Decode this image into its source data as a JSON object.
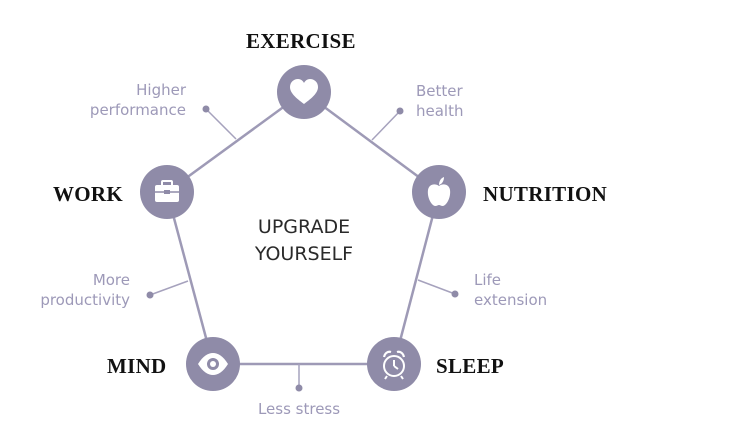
{
  "center": {
    "line1": "UPGRADE",
    "line2": "YOURSELF"
  },
  "colors": {
    "node": "#8f8ba8",
    "line": "#9e9ab6",
    "benefit_text": "#9d99b8",
    "label_text": "#111111",
    "icon": "#ffffff"
  },
  "nodes": [
    {
      "id": "exercise",
      "label": "EXERCISE",
      "icon": "heart-icon"
    },
    {
      "id": "nutrition",
      "label": "NUTRITION",
      "icon": "apple-icon"
    },
    {
      "id": "sleep",
      "label": "SLEEP",
      "icon": "alarm-clock-icon"
    },
    {
      "id": "mind",
      "label": "MIND",
      "icon": "eye-icon"
    },
    {
      "id": "work",
      "label": "WORK",
      "icon": "briefcase-icon"
    }
  ],
  "benefits": [
    {
      "id": "better-health",
      "line1": "Better",
      "line2": "health"
    },
    {
      "id": "life-extension",
      "line1": "Life",
      "line2": "extension"
    },
    {
      "id": "less-stress",
      "line1": "Less stress",
      "line2": ""
    },
    {
      "id": "more-productivity",
      "line1": "More",
      "line2": "productivity"
    },
    {
      "id": "higher-performance",
      "line1": "Higher",
      "line2": "performance"
    }
  ]
}
